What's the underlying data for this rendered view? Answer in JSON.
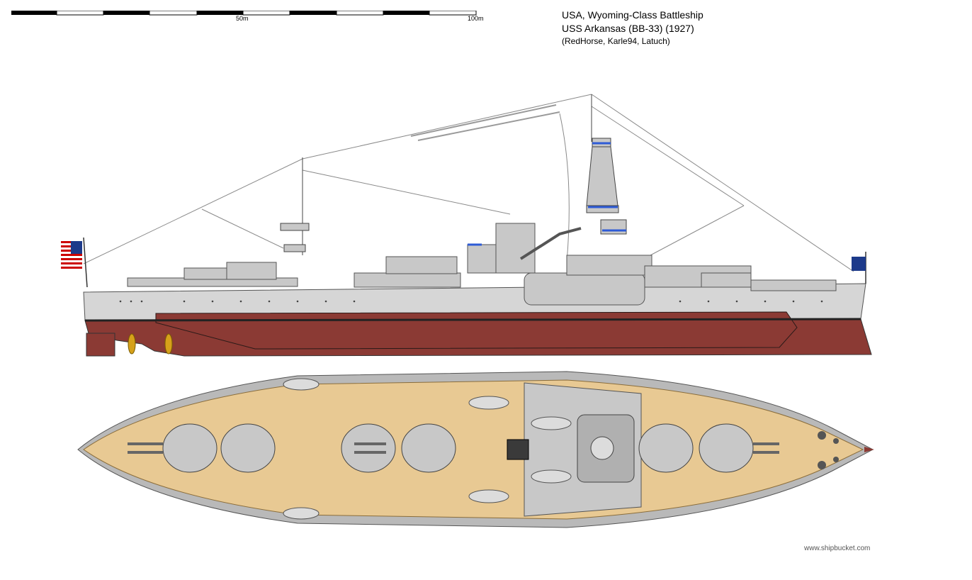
{
  "scale": {
    "labels": [
      "50m",
      "100m"
    ]
  },
  "title": {
    "line1": "USA, Wyoming-Class Battleship",
    "line2": "USS Arkansas (BB-33) (1927)",
    "credits": "(RedHorse, Karle94, Latuch)"
  },
  "watermark": "www.shipbucket.com",
  "colors": {
    "hull_red": "#8b3a34",
    "hull_grey": "#d6d6d6",
    "superstructure": "#c8c8c8",
    "deck_wood": "#e8c993",
    "navy_blue": "#2e5bd6",
    "propeller": "#d6a11a"
  },
  "icons": [
    "us-flag-icon",
    "propeller-icon",
    "mast-icon",
    "gun-turret-icon",
    "lifeboat-icon",
    "anchor-icon"
  ]
}
